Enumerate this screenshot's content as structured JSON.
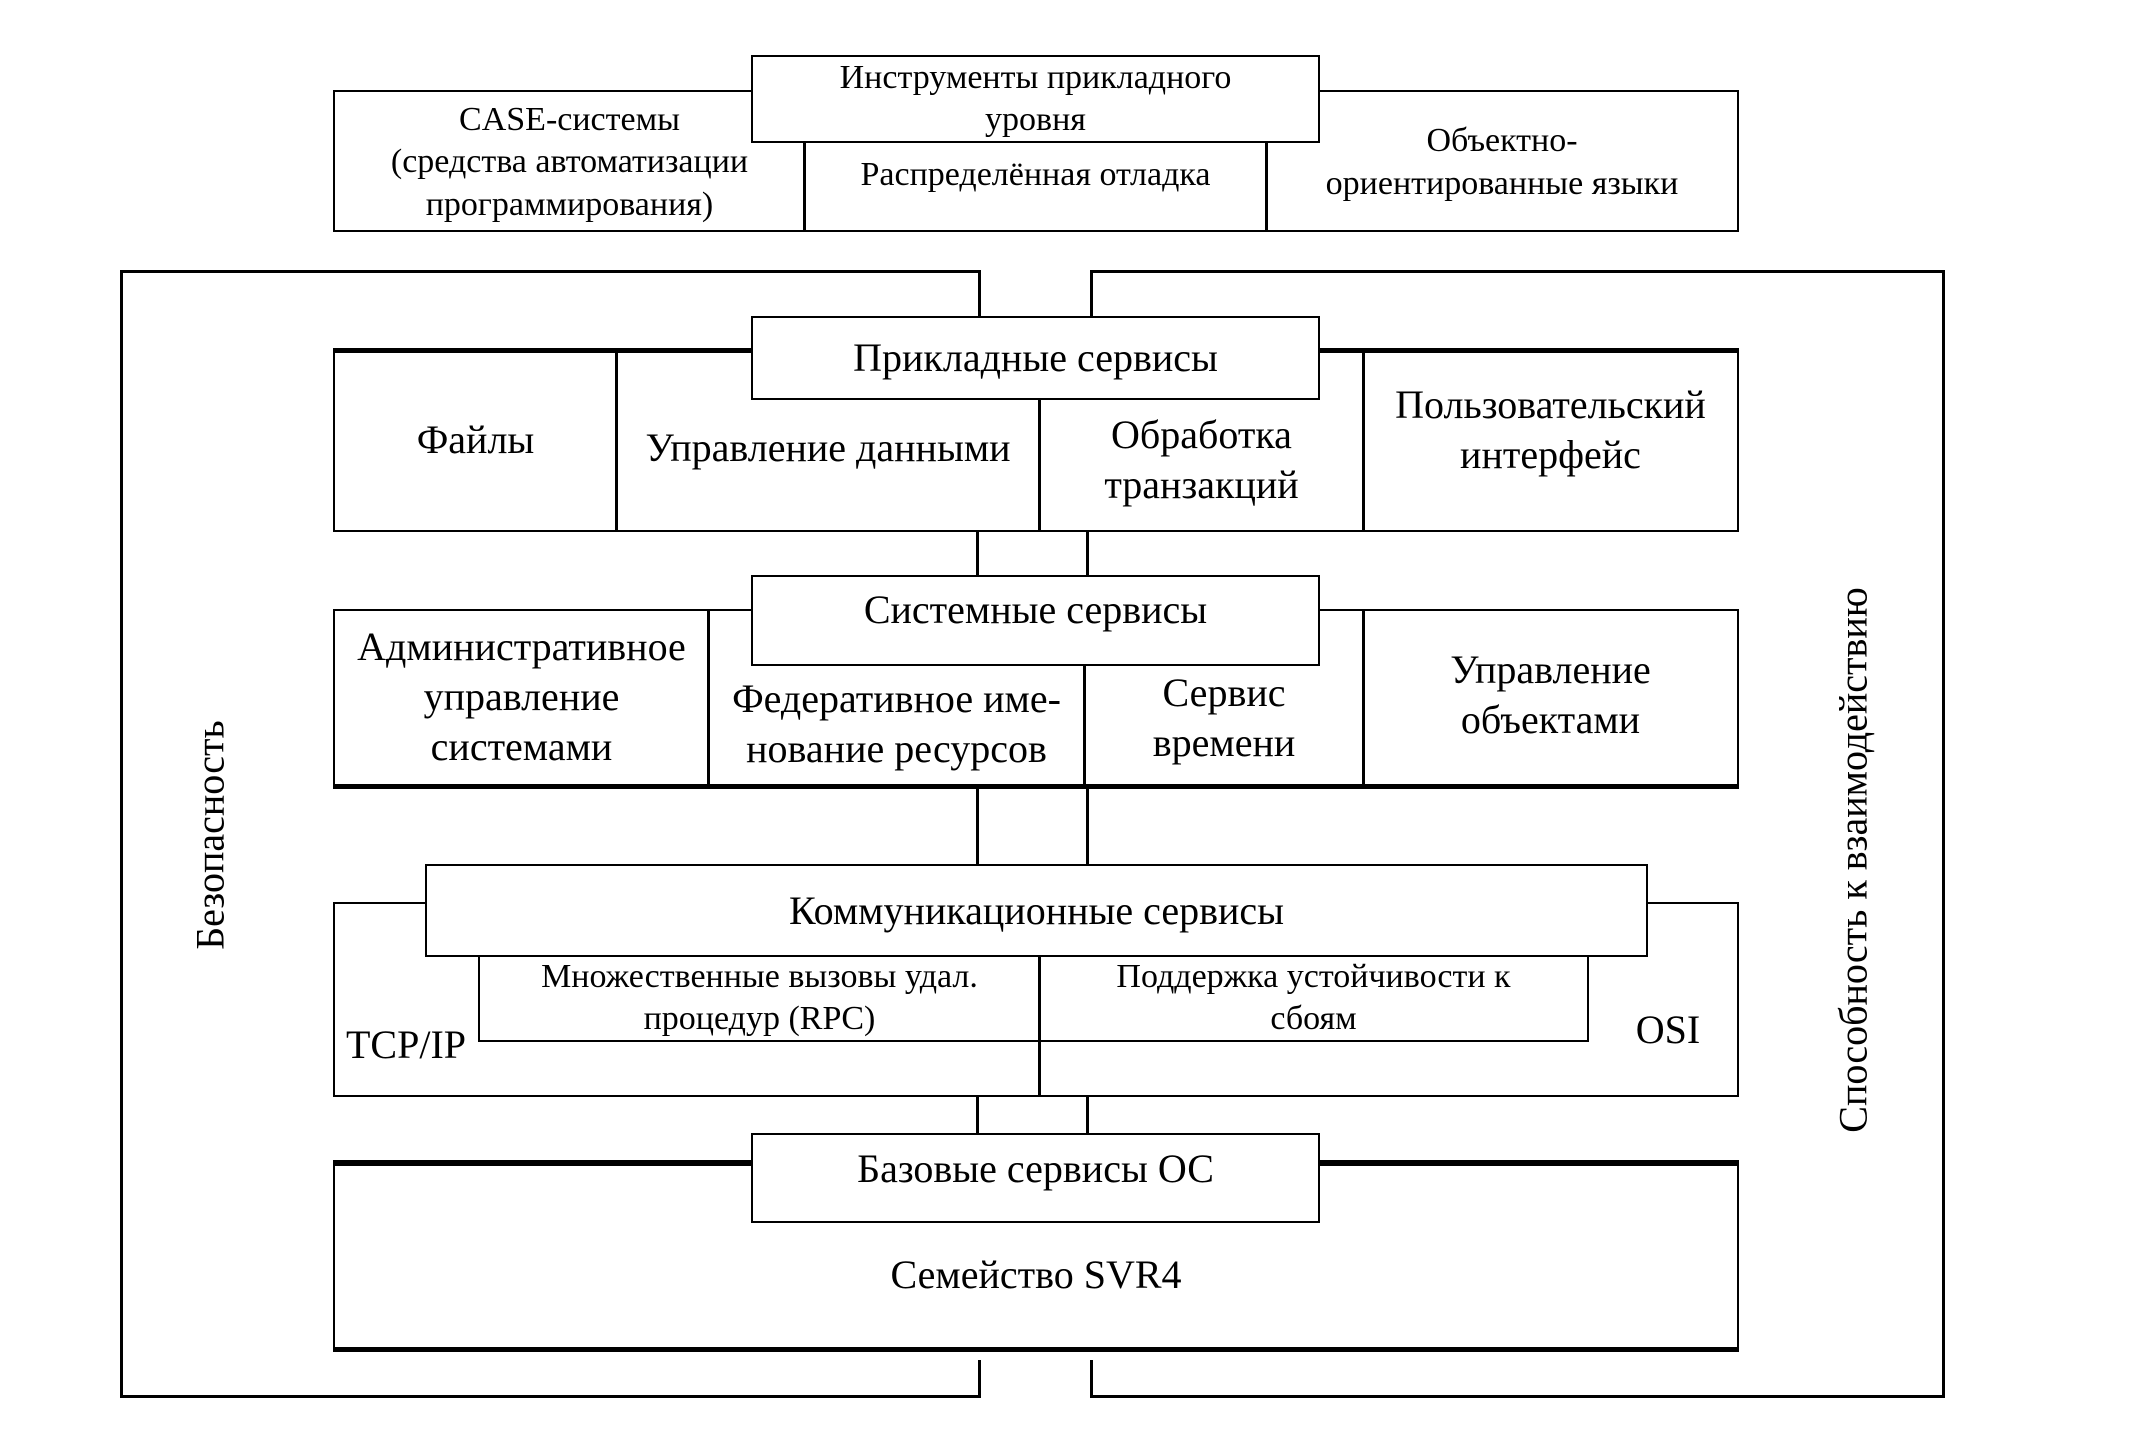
{
  "top": {
    "header": "Инструменты прикладного\nуровня",
    "case_tools": "CASE-системы\n(средства автоматизации\nпрограммирования)",
    "debug": "Распределённая отладка",
    "oo_languages": "Объектно-\nориентированные языки"
  },
  "application_services": {
    "header": "Прикладные сервисы",
    "files": "Файлы",
    "data_management": "Управление данными",
    "transactions": "Обработка\nтранзакций",
    "user_interface": "Пользовательский\nинтерфейс"
  },
  "system_services": {
    "header": "Системные сервисы",
    "admin": "Административное\nуправление\nсистемами",
    "naming": "Федеративное име-\nнование ресурсов",
    "time": "Сервис\nвремени",
    "objects": "Управление\nобъектами"
  },
  "communication_services": {
    "header": "Коммуникационные сервисы",
    "tcpip": "TCP/IP",
    "rpc": "Множественные вызовы удал.\nпроцедур (RPC)",
    "fault_tolerance": "Поддержка устойчивости к\nсбоям",
    "osi": "OSI"
  },
  "os_services": {
    "header": "Базовые сервисы ОС",
    "family": "Семейство SVR4"
  },
  "side": {
    "security": "Безопасность",
    "interoperability": "Способность к взаимодействию"
  }
}
